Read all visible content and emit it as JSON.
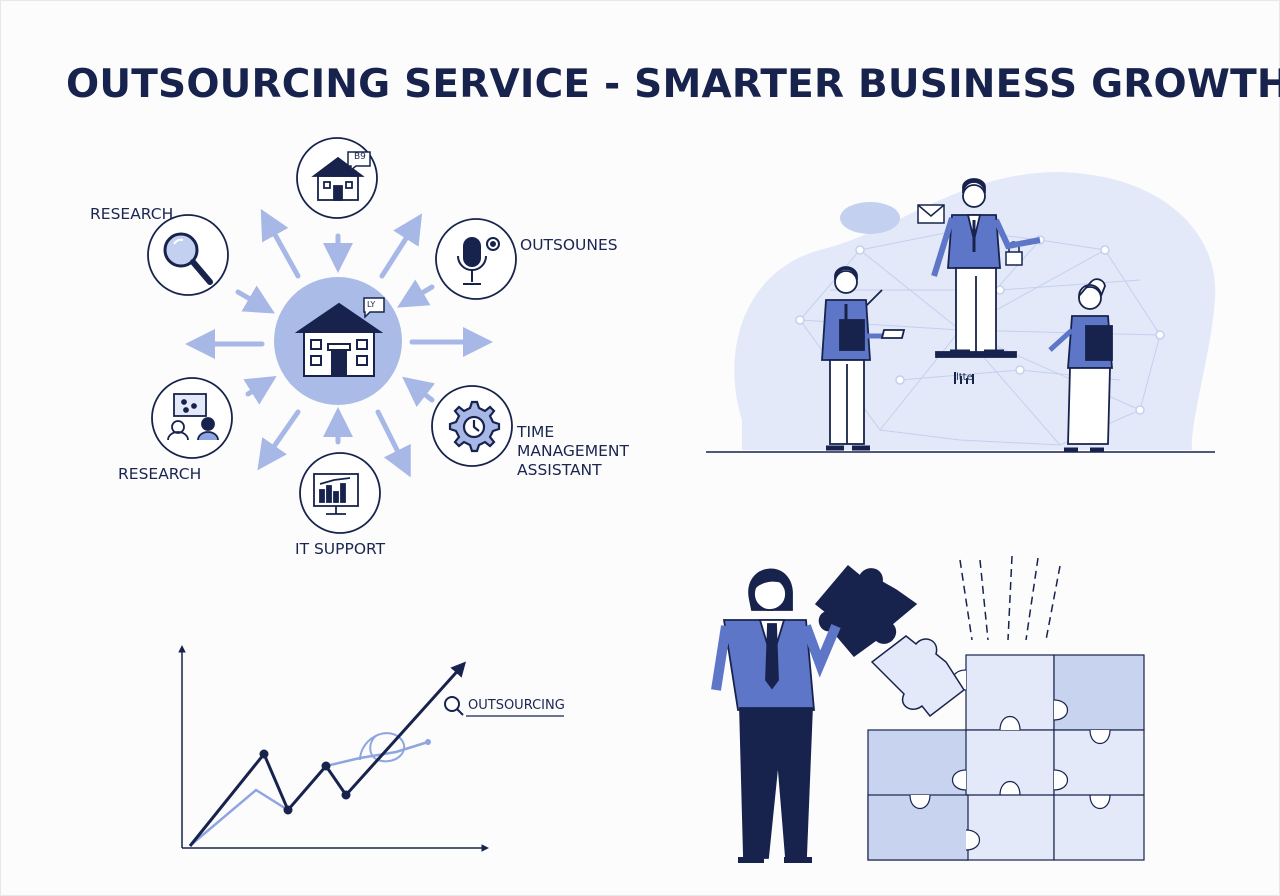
{
  "title": "OUTSOURCING SERVICE - SMARTER BUSINESS GROWTH",
  "hub": {
    "labels": {
      "research_top": "RESEARCH",
      "outsounes": "OUTSOUNES",
      "research_bottom": "RESEARCH",
      "time_line1": "TIME",
      "time_line2": "MANAGEMENT",
      "time_line3": "ASSISTANT",
      "it_support": "IT SUPPORT"
    },
    "badges": {
      "top_house": "B9",
      "center_house": "LY"
    }
  },
  "team_scene": {
    "chart_caption": "Iltte"
  },
  "growth_chart": {
    "annotation": "OUTSOURCING"
  },
  "colors": {
    "navy": "#17234d",
    "accent": "#5e76c8",
    "light": "#a7b7e6",
    "pale": "#e3e9f8",
    "bubble": "#8fa5e0"
  }
}
